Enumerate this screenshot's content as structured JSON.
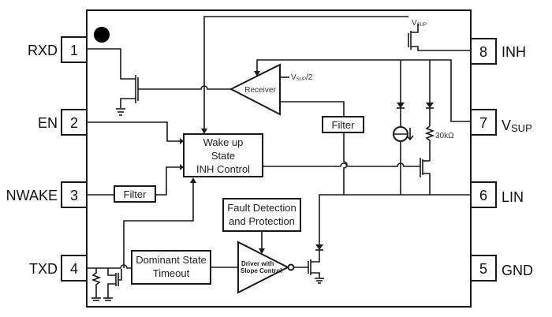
{
  "pins": [
    {
      "number": "1",
      "name": "RXD"
    },
    {
      "number": "2",
      "name": "EN"
    },
    {
      "number": "3",
      "name": "NWAKE"
    },
    {
      "number": "4",
      "name": "TXD"
    },
    {
      "number": "5",
      "name": "GND"
    },
    {
      "number": "6",
      "name": "LIN"
    },
    {
      "number": "7",
      "name": "VSUP"
    },
    {
      "number": "8",
      "name": "INH"
    }
  ],
  "pin7_label": {
    "main": "V",
    "sub": "SUP"
  },
  "blocks": {
    "wakeup": [
      "Wake up",
      "State",
      "INH Control"
    ],
    "filter_nwake": "Filter",
    "filter_receiver": "Filter",
    "receiver": "Receiver",
    "fault": [
      "Fault Detection",
      "and Protection"
    ],
    "dominant": [
      "Dominant State",
      "Timeout"
    ],
    "driver": [
      "Driver with",
      "Slope Control"
    ]
  },
  "annotations": {
    "vsup_half": {
      "main": "V",
      "sub": "SUP",
      "suffix": "/2"
    },
    "vsup_top": {
      "main": "V",
      "sub": "SUP"
    },
    "resistor": "30kΩ"
  }
}
